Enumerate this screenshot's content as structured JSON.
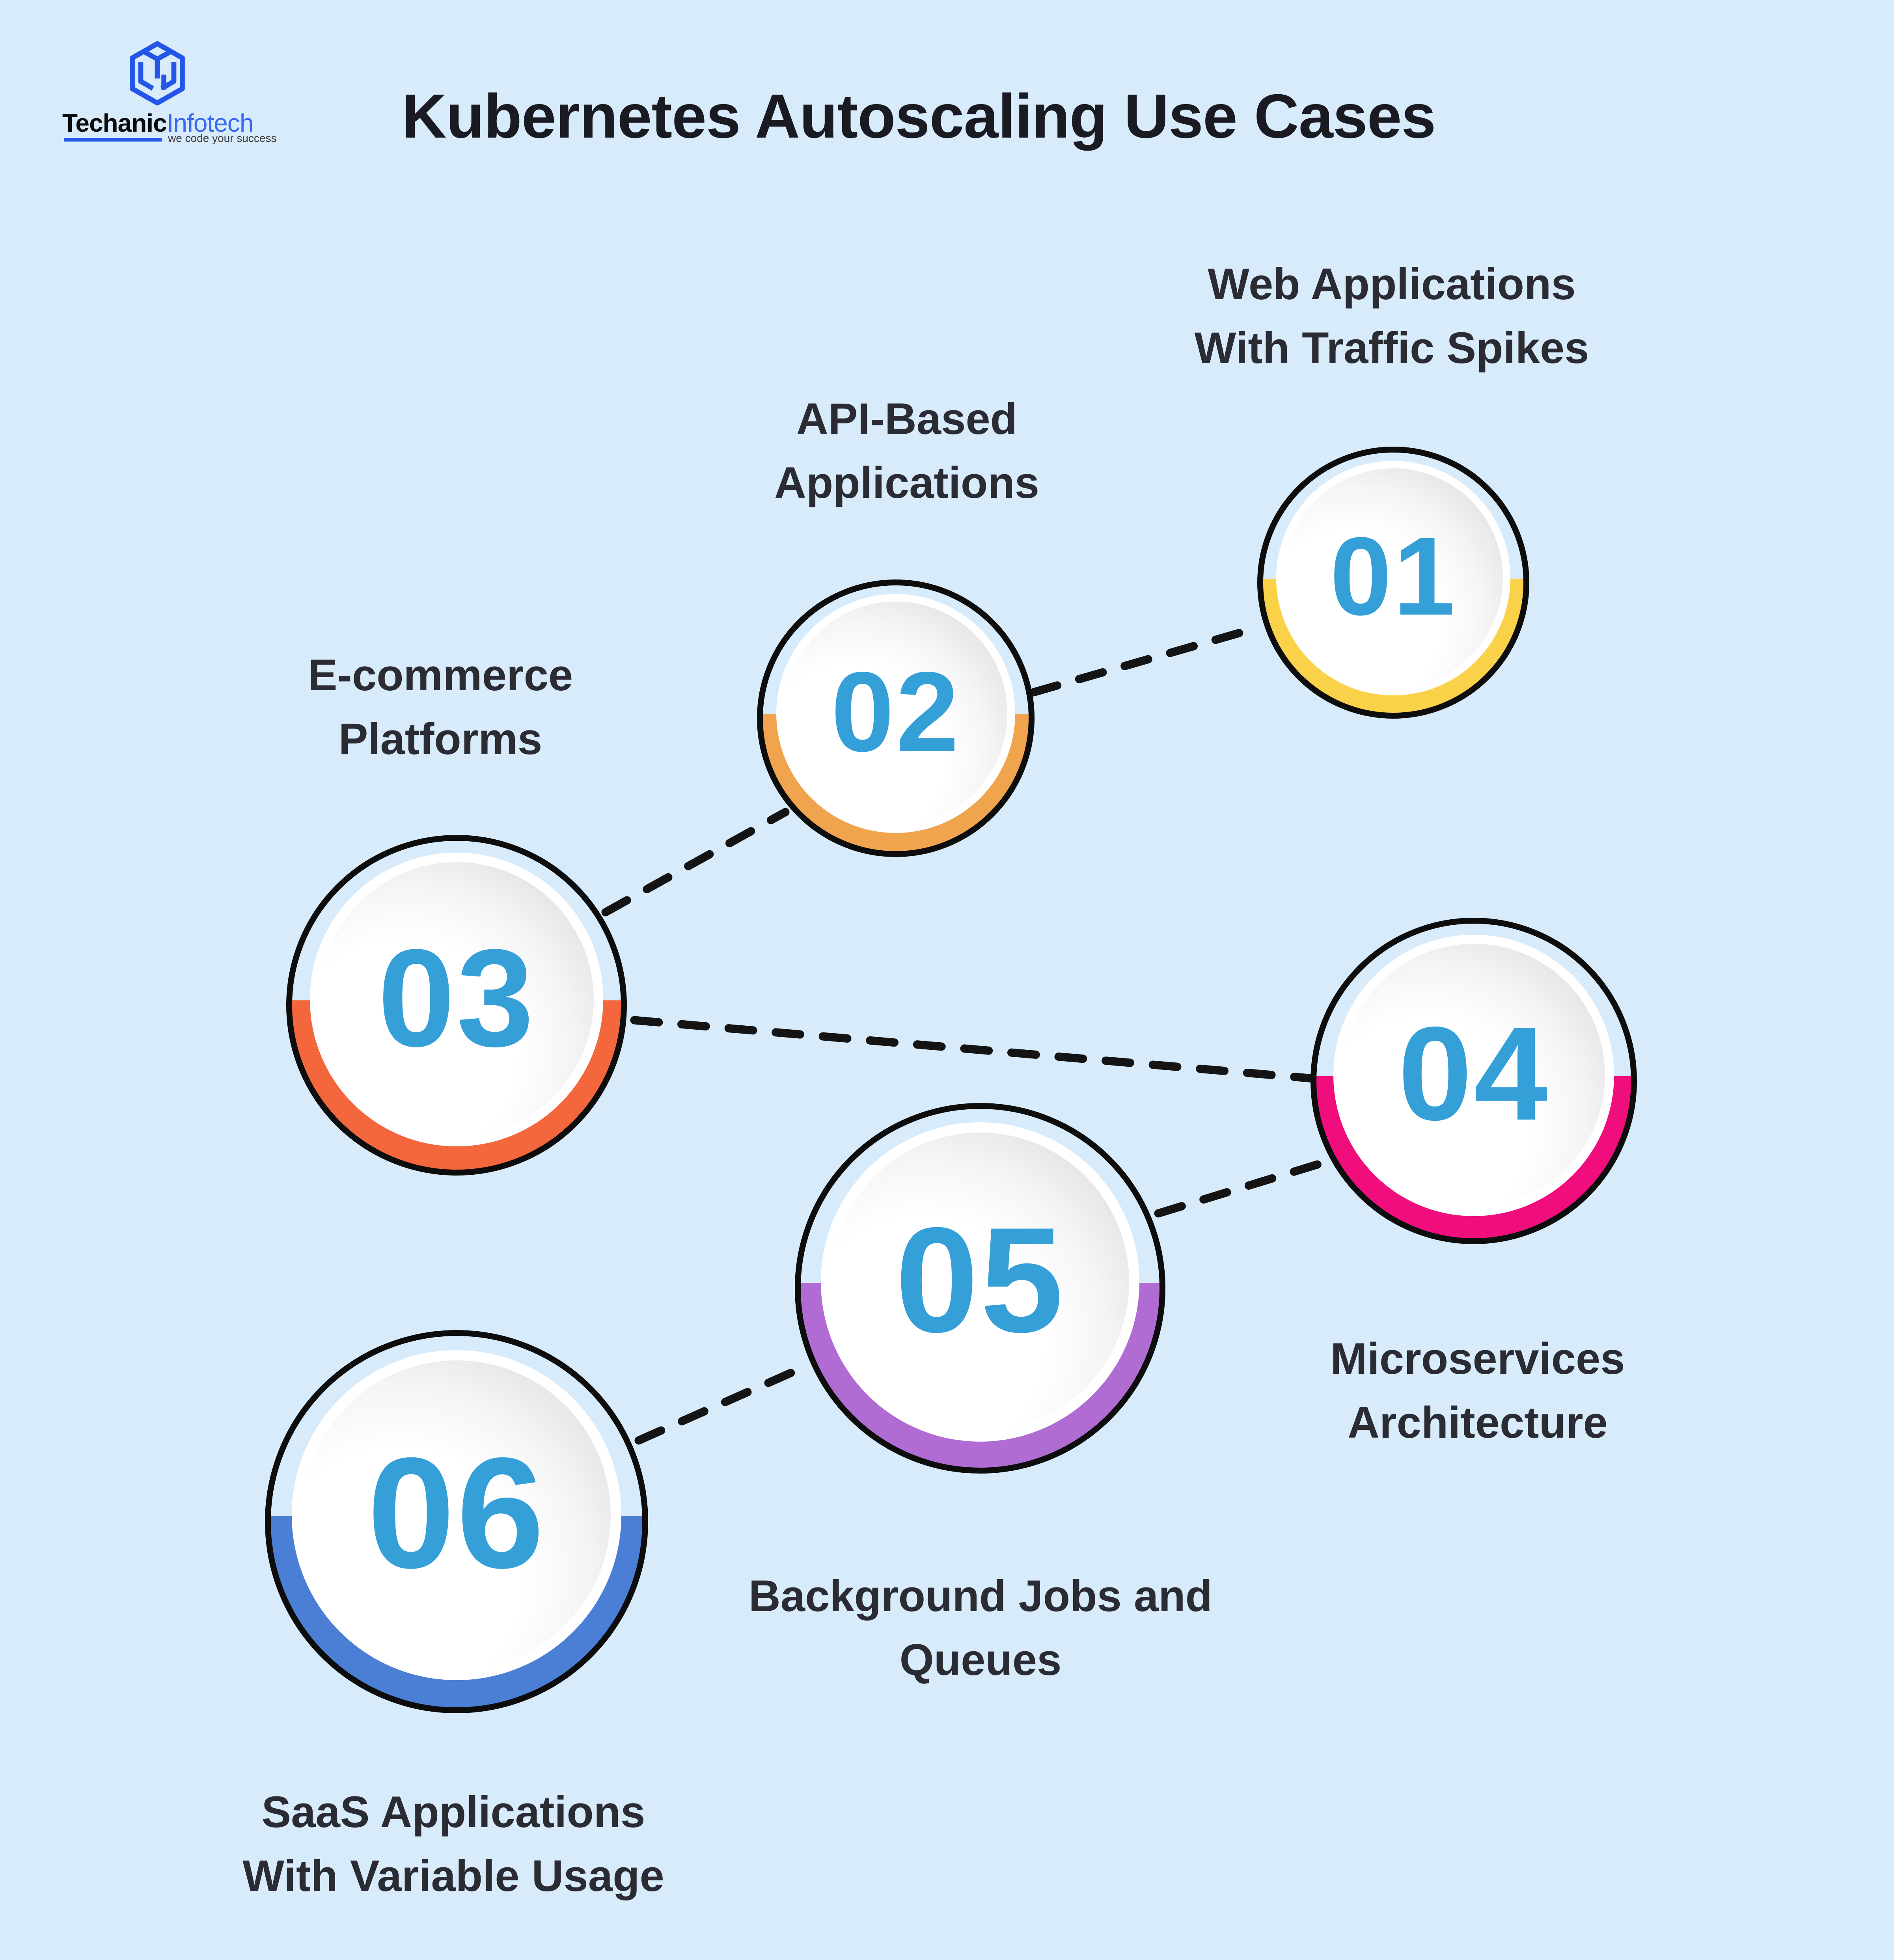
{
  "page": {
    "title": "Kubernetes Autoscaling Use Cases"
  },
  "logo": {
    "brand_primary": "Techanic",
    "brand_secondary": "Infotech",
    "tagline": "we code your success"
  },
  "items": [
    {
      "number": "01",
      "label_line1": "Web Applications",
      "label_line2": "With Traffic Spikes",
      "accent": "#F9D24A"
    },
    {
      "number": "02",
      "label_line1": "API-Based",
      "label_line2": "Applications",
      "accent": "#F1A44E"
    },
    {
      "number": "03",
      "label_line1": "E-commerce",
      "label_line2": "Platforms",
      "accent": "#F4673C"
    },
    {
      "number": "04",
      "label_line1": "Microservices",
      "label_line2": "Architecture",
      "accent": "#F00E7C"
    },
    {
      "number": "05",
      "label_line1": "Background Jobs and",
      "label_line2": "Queues",
      "accent": "#B16CD4"
    },
    {
      "number": "06",
      "label_line1": "SaaS Applications",
      "label_line2": "With Variable Usage",
      "accent": "#4B7FD5"
    }
  ],
  "colors": {
    "background": "#D8EBFA",
    "title_text": "#1A1A22",
    "label_text": "#2B2B33",
    "number": "#35A0D8",
    "ring": "#0D0D0D",
    "connector": "#141414",
    "logo_blue": "#2356E8",
    "logo_text_dark": "#0B0B0B",
    "logo_text_blue": "#3A6AF0",
    "tagline": "#3B3B3B"
  }
}
